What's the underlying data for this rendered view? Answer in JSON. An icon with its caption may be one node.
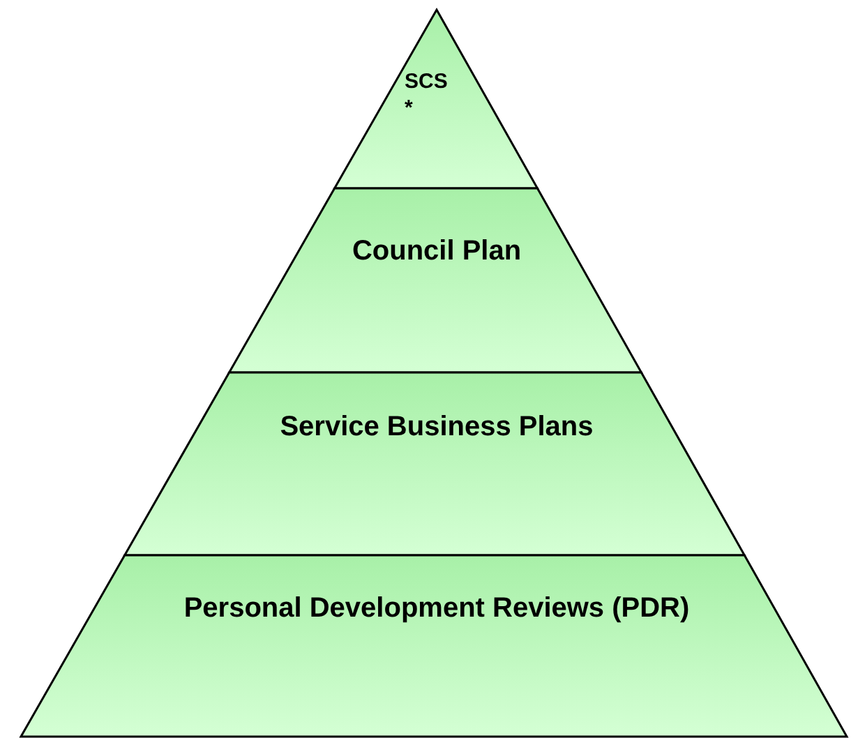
{
  "diagram": {
    "nodes": [
      {
        "text": [
          "SCS *"
        ]
      },
      {
        "text": [
          "Council Plan"
        ]
      },
      {
        "text": [
          "Service Business Plans"
        ]
      },
      {
        "text": [
          "Personal Development Reviews (PDR)"
        ]
      }
    ]
  }
}
